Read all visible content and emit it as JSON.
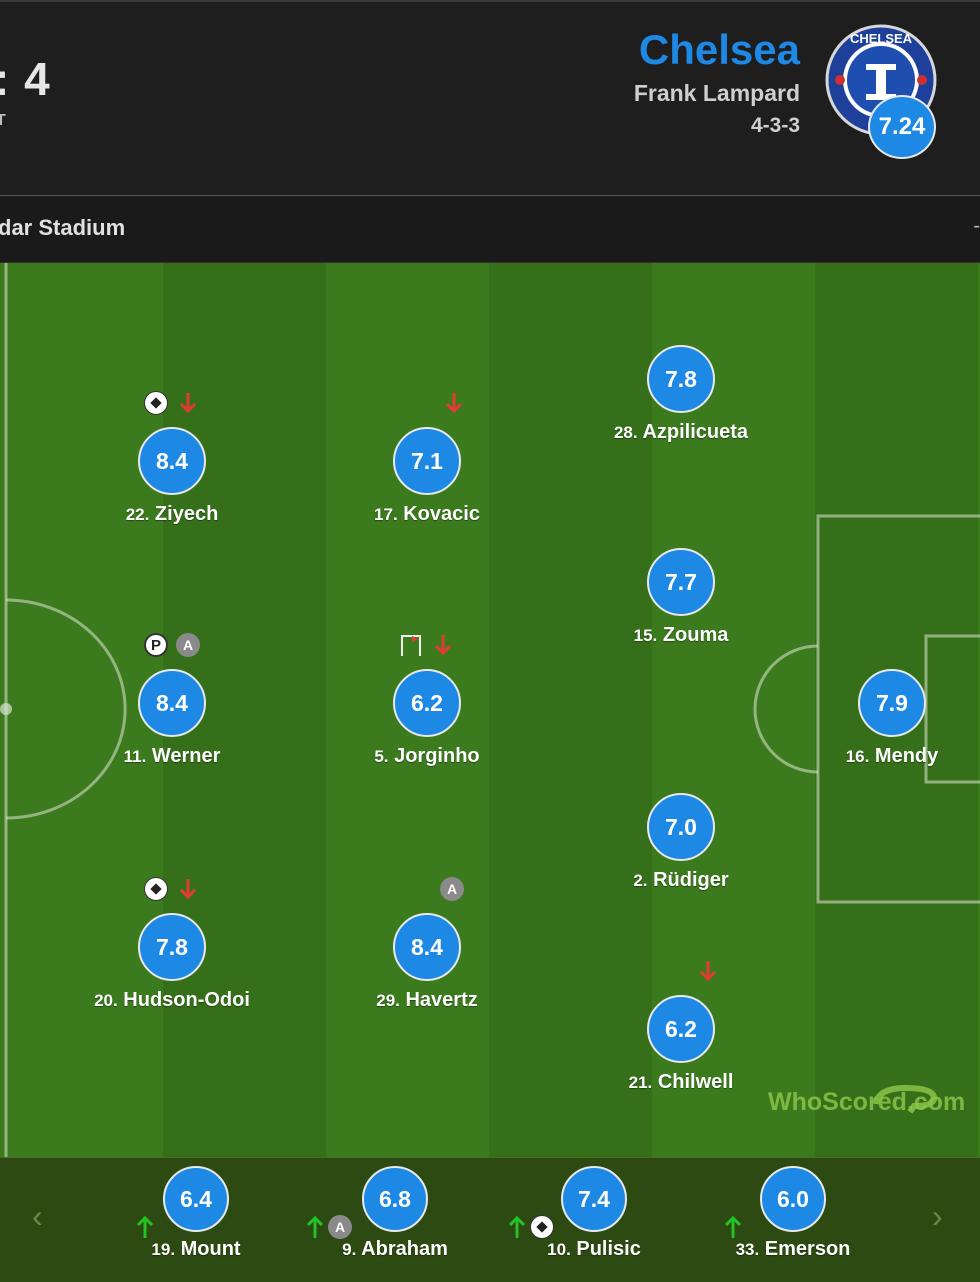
{
  "header": {
    "score": ": 4",
    "score_sub": "T",
    "team_name": "Chelsea",
    "manager": "Frank Lampard",
    "formation": "4-3-3",
    "team_rating": "7.24",
    "crest_text": "CHELSEA FOOTBALL CLUB",
    "colors": {
      "accent": "#1e88e5",
      "pitch": "#3c7a1e",
      "bench": "#2c4a12",
      "sub_arrow": "#22c322",
      "off_arrow": "#e53935"
    }
  },
  "venue": {
    "name": "dar Stadium",
    "trailing": "-"
  },
  "players": {
    "azpilicueta": {
      "rating": "7.8",
      "number": "28.",
      "name": "Azpilicueta",
      "events": []
    },
    "zouma": {
      "rating": "7.7",
      "number": "15.",
      "name": "Zouma",
      "events": []
    },
    "mendy": {
      "rating": "7.9",
      "number": "16.",
      "name": "Mendy",
      "events": []
    },
    "rudiger": {
      "rating": "7.0",
      "number": "2.",
      "name": "Rüdiger",
      "events": []
    },
    "chilwell": {
      "rating": "6.2",
      "number": "21.",
      "name": "Chilwell",
      "events": [
        "subbed-off-arrow-icon"
      ]
    },
    "kovacic": {
      "rating": "7.1",
      "number": "17.",
      "name": "Kovacic",
      "events": [
        "subbed-off-arrow-icon"
      ]
    },
    "jorginho": {
      "rating": "6.2",
      "number": "5.",
      "name": "Jorginho",
      "events": [
        "corner-flag-icon",
        "subbed-off-arrow-icon"
      ]
    },
    "havertz": {
      "rating": "8.4",
      "number": "29.",
      "name": "Havertz",
      "events": [
        "assist-icon"
      ]
    },
    "ziyech": {
      "rating": "8.4",
      "number": "22.",
      "name": "Ziyech",
      "events": [
        "goal-ball-icon",
        "subbed-off-arrow-icon"
      ]
    },
    "werner": {
      "rating": "8.4",
      "number": "11.",
      "name": "Werner",
      "events": [
        "penalty-icon",
        "assist-icon"
      ]
    },
    "hudson_odoi": {
      "rating": "7.8",
      "number": "20.",
      "name": "Hudson-Odoi",
      "events": [
        "goal-ball-icon",
        "subbed-off-arrow-icon"
      ]
    }
  },
  "event_labels": {
    "assist": "A",
    "penalty": "P"
  },
  "watermark": "WhoScored.com",
  "bench": {
    "prev_label": "‹",
    "next_label": "›",
    "subs": [
      {
        "rating": "6.4",
        "number": "19.",
        "name": "Mount",
        "events": [
          "subbed-on-arrow-icon"
        ]
      },
      {
        "rating": "6.8",
        "number": "9.",
        "name": "Abraham",
        "events": [
          "subbed-on-arrow-icon",
          "assist-icon"
        ]
      },
      {
        "rating": "7.4",
        "number": "10.",
        "name": "Pulisic",
        "events": [
          "subbed-on-arrow-icon",
          "goal-ball-icon"
        ]
      },
      {
        "rating": "6.0",
        "number": "33.",
        "name": "Emerson",
        "events": [
          "subbed-on-arrow-icon"
        ]
      }
    ]
  }
}
